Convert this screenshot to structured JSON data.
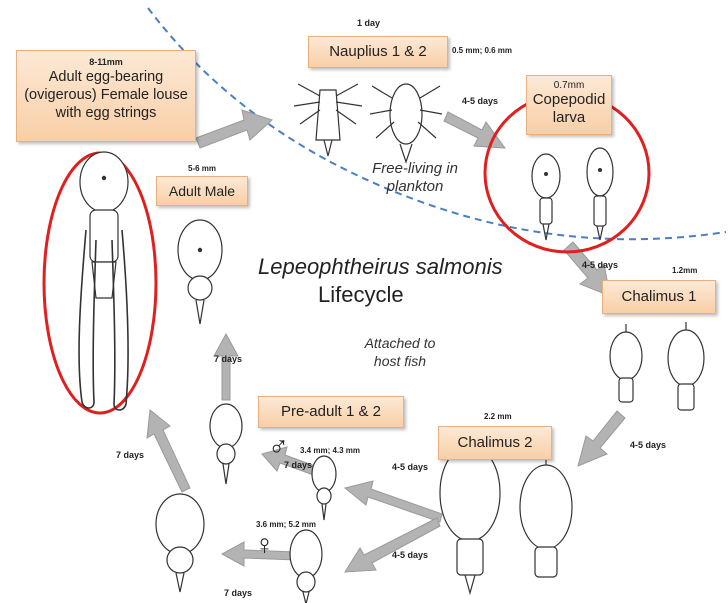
{
  "title": {
    "species": "Lepeophtheirus salmonis",
    "word": "Lifecycle"
  },
  "zones": {
    "free_living": "Free-living  in plankton",
    "attached": "Attached to host fish"
  },
  "stages": {
    "adult_female": {
      "size": "8-11mm",
      "label": "Adult egg-bearing (ovigerous) Female louse with egg strings"
    },
    "nauplius": {
      "label": "Nauplius 1 & 2",
      "duration": "1 day",
      "size": "0.5 mm; 0.6 mm"
    },
    "copepodid": {
      "size": "0.7mm",
      "label": "Copepodid larva"
    },
    "adult_male": {
      "size": "5-6 mm",
      "label": "Adult Male"
    },
    "chalimus1": {
      "label": "Chalimus 1",
      "size": "1.2mm"
    },
    "chalimus2": {
      "label": "Chalimus 2",
      "size": "2.2 mm"
    },
    "preadult": {
      "label": "Pre-adult 1 & 2",
      "male_size": "3.4 mm; 4.3 mm",
      "female_size": "3.6 mm; 5.2 mm"
    }
  },
  "sex_symbols": {
    "male": "♂",
    "female": "♀"
  },
  "transitions": {
    "nauplius_to_copepodid": "4-5 days",
    "copepodid_to_chalimus1": "4-5 days",
    "chalimus1_to_chalimus2": "4-5 days",
    "chalimus2_to_preadult_male": "4-5 days",
    "chalimus2_to_preadult_female": "4-5 days",
    "preadult_to_adult_male": "7 days",
    "preadult_male_step": "7 days",
    "preadult_female_to_adult_female": "7 days",
    "preadult_female_step": "7 days"
  },
  "colors": {
    "box_fill": "#f8cfa6",
    "box_border": "#e8b07e",
    "highlight_ring": "#e02020",
    "boundary_dash": "#4a7fc1",
    "arrow": "#aaaaaa"
  }
}
